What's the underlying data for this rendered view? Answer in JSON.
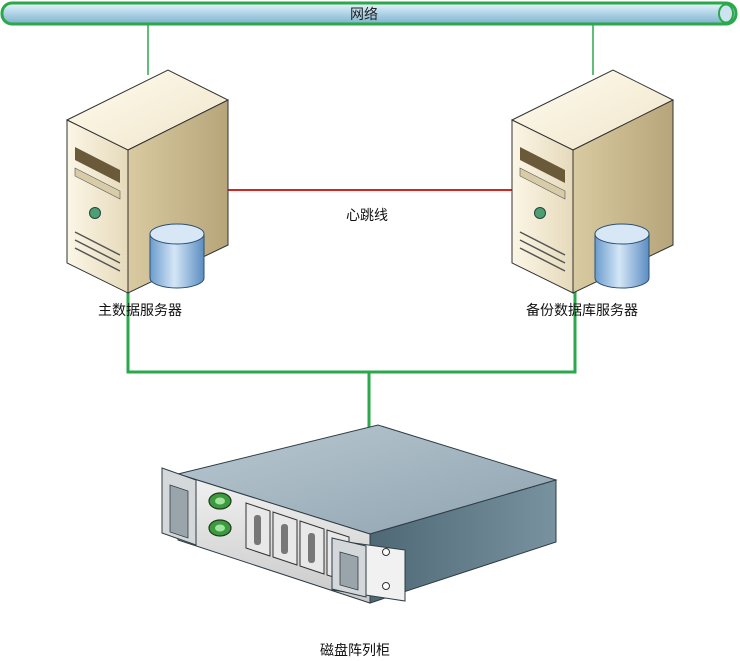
{
  "network": {
    "label": "网络"
  },
  "heartbeat": {
    "label": "心跳线"
  },
  "primary_server": {
    "label": "主数据服务器"
  },
  "backup_server": {
    "label": "备份数据库服务器"
  },
  "disk_array": {
    "label": "磁盘阵列柜"
  },
  "colors": {
    "network_bus_border": "#2aa84a",
    "network_bus_fill": "#a8cde0",
    "heartbeat_line": "#d9231f",
    "connection_line": "#2aa84a",
    "server_body": "#e8dcc0",
    "disk_body": "#6f8794"
  }
}
